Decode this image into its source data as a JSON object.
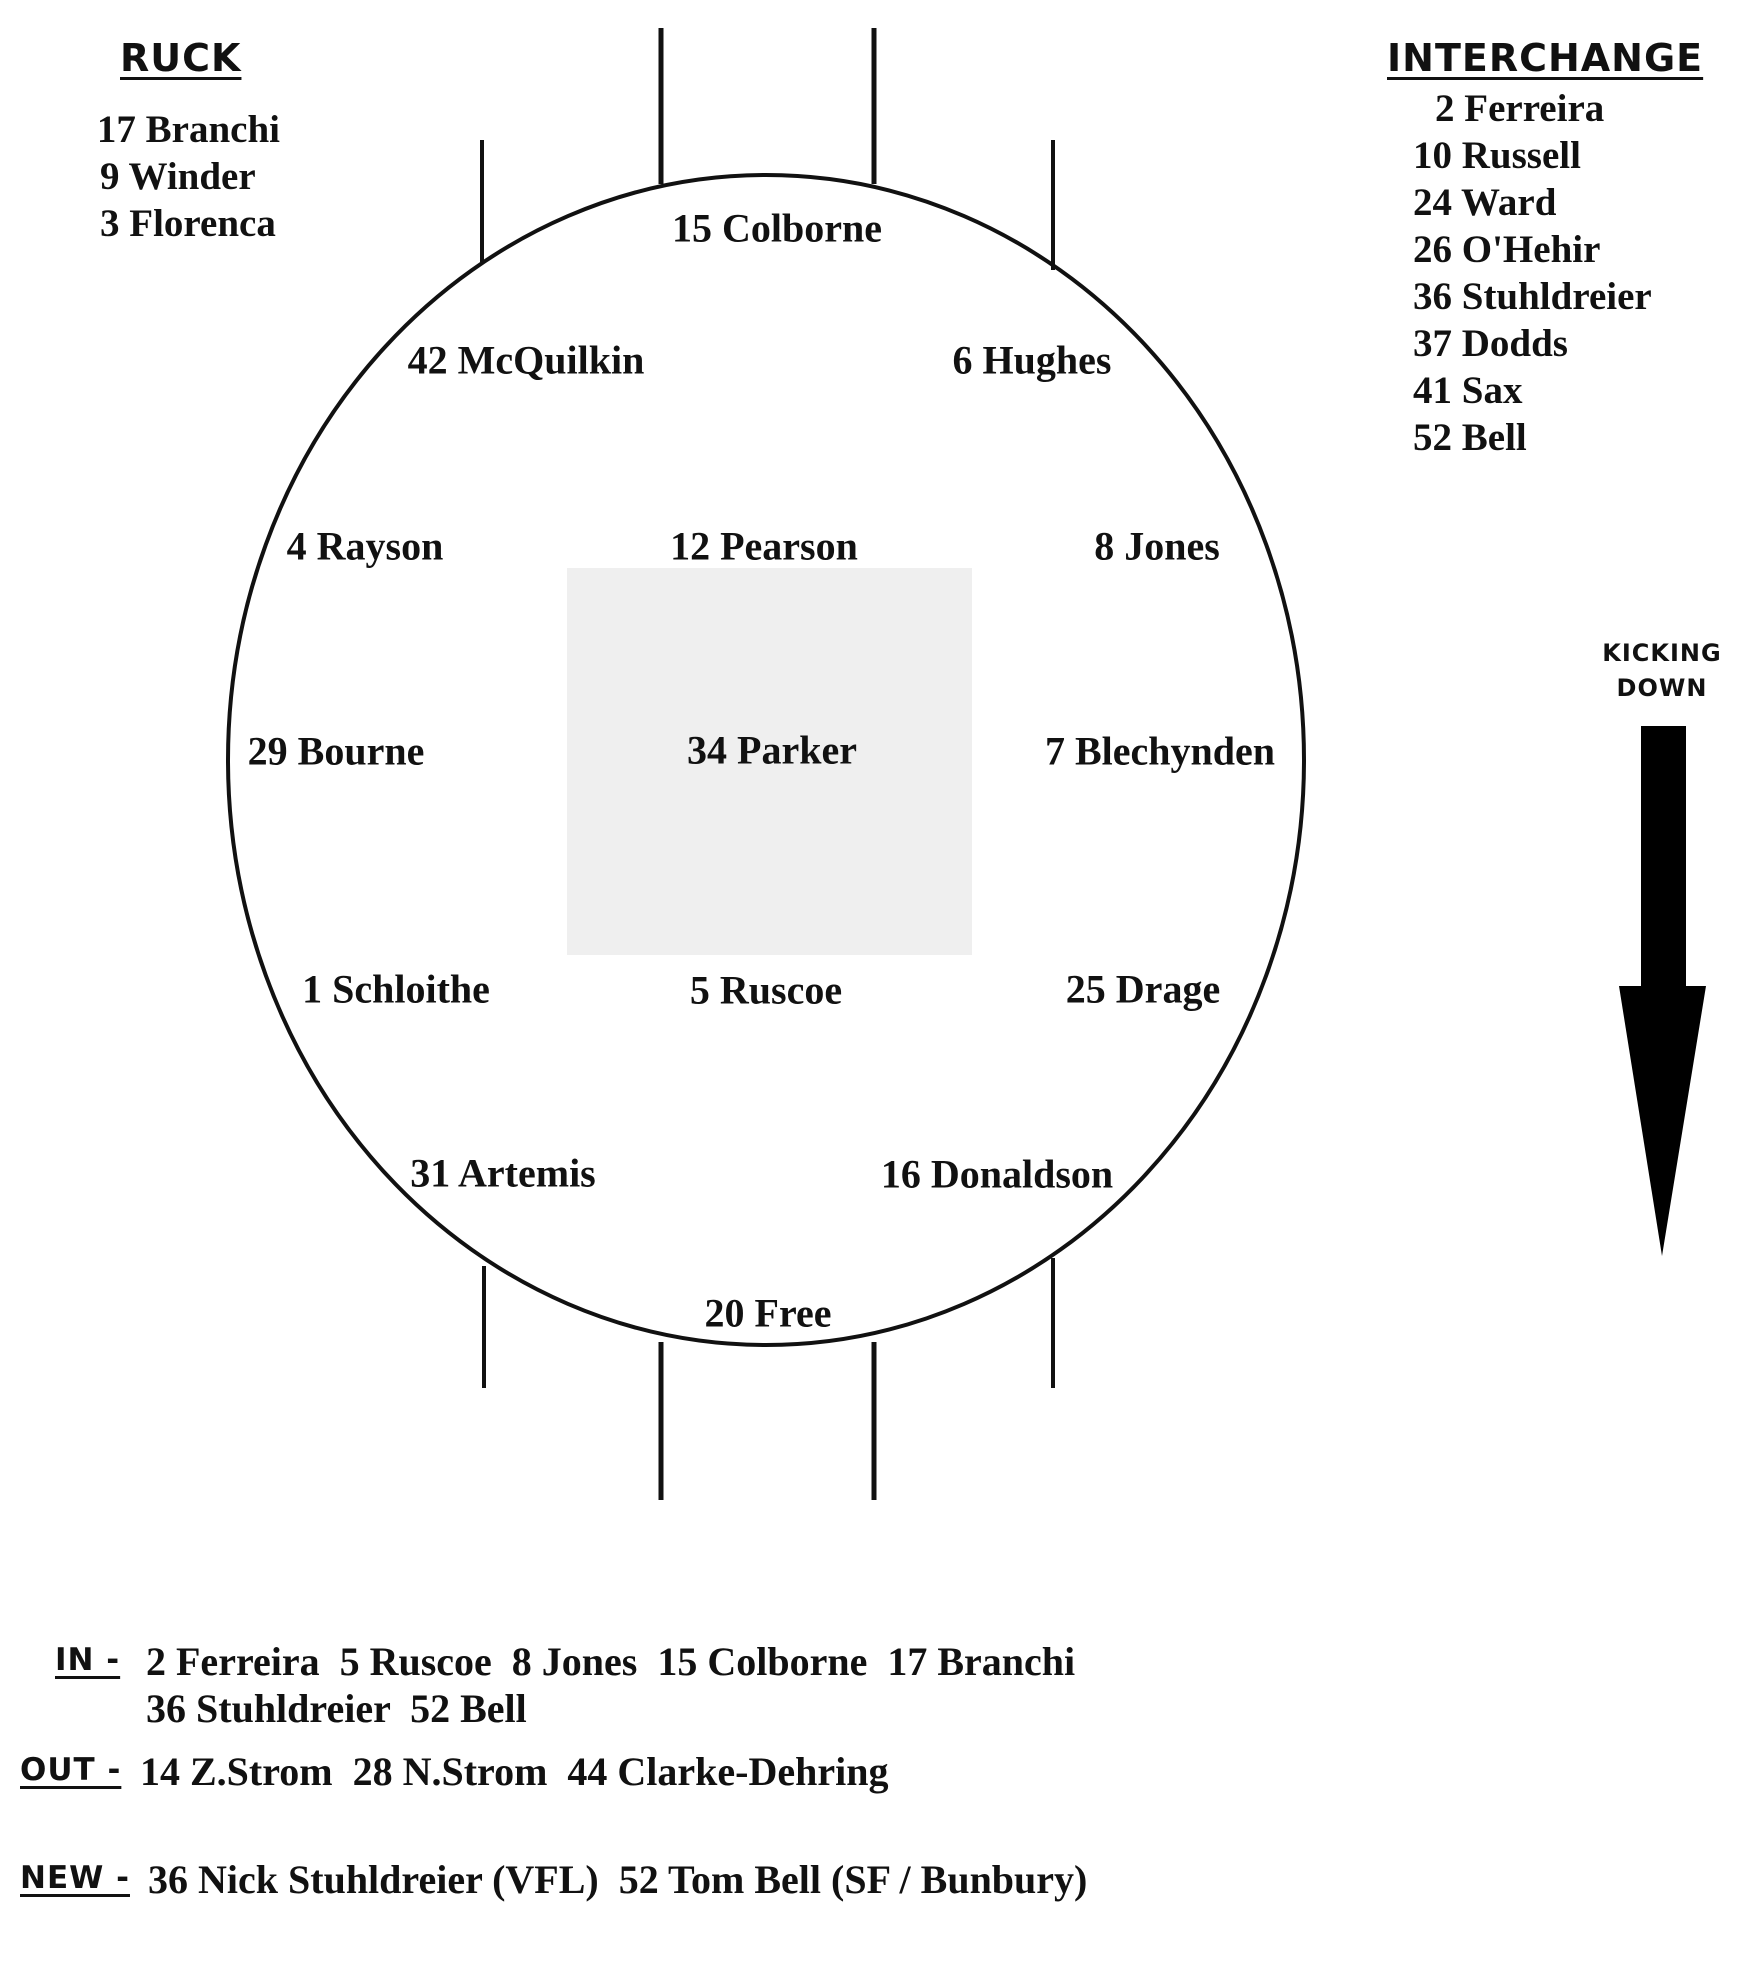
{
  "ruck": {
    "heading": "RUCK",
    "players": [
      "17 Branchi",
      "9 Winder",
      "3 Florenca"
    ]
  },
  "interchange": {
    "heading": "INTERCHANGE",
    "players": [
      "2 Ferreira",
      "10 Russell",
      "24 Ward",
      "26 O'Hehir",
      "36 Stuhldreier",
      "37 Dodds",
      "41 Sax",
      "52 Bell"
    ]
  },
  "positions": {
    "full_back": "15 Colborne",
    "back_pocket_left": "42 McQuilkin",
    "back_pocket_right": "6 Hughes",
    "half_back_left": "4 Rayson",
    "centre_half_back": "12 Pearson",
    "half_back_right": "8 Jones",
    "wing_left": "29 Bourne",
    "centre": "34 Parker",
    "wing_right": "7 Blechynden",
    "half_forward_left": "1 Schloithe",
    "centre_half_forward": "5 Ruscoe",
    "half_forward_right": "25 Drage",
    "forward_pocket_left": "31 Artemis",
    "forward_pocket_right": "16 Donaldson",
    "full_forward": "20 Free"
  },
  "kicking": {
    "line1": "KICKING",
    "line2": "DOWN",
    "arrow_icon": "down-arrow-icon"
  },
  "changes": {
    "in_label": "IN -",
    "in_line1": "2 Ferreira  5 Ruscoe  8 Jones  15 Colborne  17 Branchi",
    "in_line2": "36 Stuhldreier  52 Bell",
    "out_label": "OUT -",
    "out_text": "14 Z.Strom  28 N.Strom  44 Clarke-Dehring",
    "new_label": "NEW -",
    "new_text": "36 Nick Stuhldreier (VFL)  52 Tom Bell (SF / Bunbury)"
  },
  "colors": {
    "ink": "#111111",
    "centre_square": "#efefef",
    "background": "#ffffff"
  }
}
